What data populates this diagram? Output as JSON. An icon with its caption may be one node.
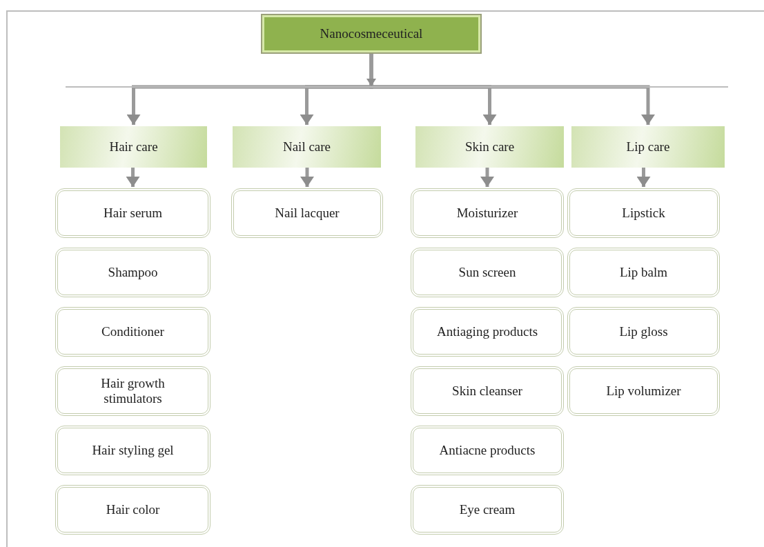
{
  "diagram": {
    "nodes": [
      {
        "text": [
          "Nanocosmeceutical"
        ]
      },
      {
        "text": [
          "Hair care"
        ]
      },
      {
        "text": [
          "Nail care"
        ]
      },
      {
        "text": [
          "Skin care"
        ]
      },
      {
        "text": [
          "Lip care"
        ]
      },
      {
        "text": [
          "Hair serum"
        ]
      },
      {
        "text": [
          "Shampoo"
        ]
      },
      {
        "text": [
          "Conditioner"
        ]
      },
      {
        "text": [
          "Hair growth stimulators"
        ]
      },
      {
        "text": [
          "Hair styling gel"
        ]
      },
      {
        "text": [
          "Hair color"
        ]
      },
      {
        "text": [
          "Nail lacquer"
        ]
      },
      {
        "text": [
          "Moisturizer"
        ]
      },
      {
        "text": [
          "Sun screen"
        ]
      },
      {
        "text": [
          "Antiaging products"
        ]
      },
      {
        "text": [
          "Skin cleanser"
        ]
      },
      {
        "text": [
          "Antiacne products"
        ]
      },
      {
        "text": [
          "Eye cream"
        ]
      },
      {
        "text": [
          "Lipstick"
        ]
      },
      {
        "text": [
          "Lip balm"
        ]
      },
      {
        "text": [
          "Lip gloss"
        ]
      },
      {
        "text": [
          "Lip volumizer"
        ]
      }
    ],
    "edges": [
      {
        "from": 0,
        "to": 1,
        "arrow": "to"
      },
      {
        "from": 0,
        "to": 2,
        "arrow": "to"
      },
      {
        "from": 0,
        "to": 3,
        "arrow": "to"
      },
      {
        "from": 0,
        "to": 4,
        "arrow": "to"
      },
      {
        "from": 1,
        "to": 5,
        "arrow": "to"
      },
      {
        "from": 2,
        "to": 11,
        "arrow": "to"
      },
      {
        "from": 3,
        "to": 12,
        "arrow": "to"
      },
      {
        "from": 4,
        "to": 18,
        "arrow": "to"
      }
    ]
  }
}
